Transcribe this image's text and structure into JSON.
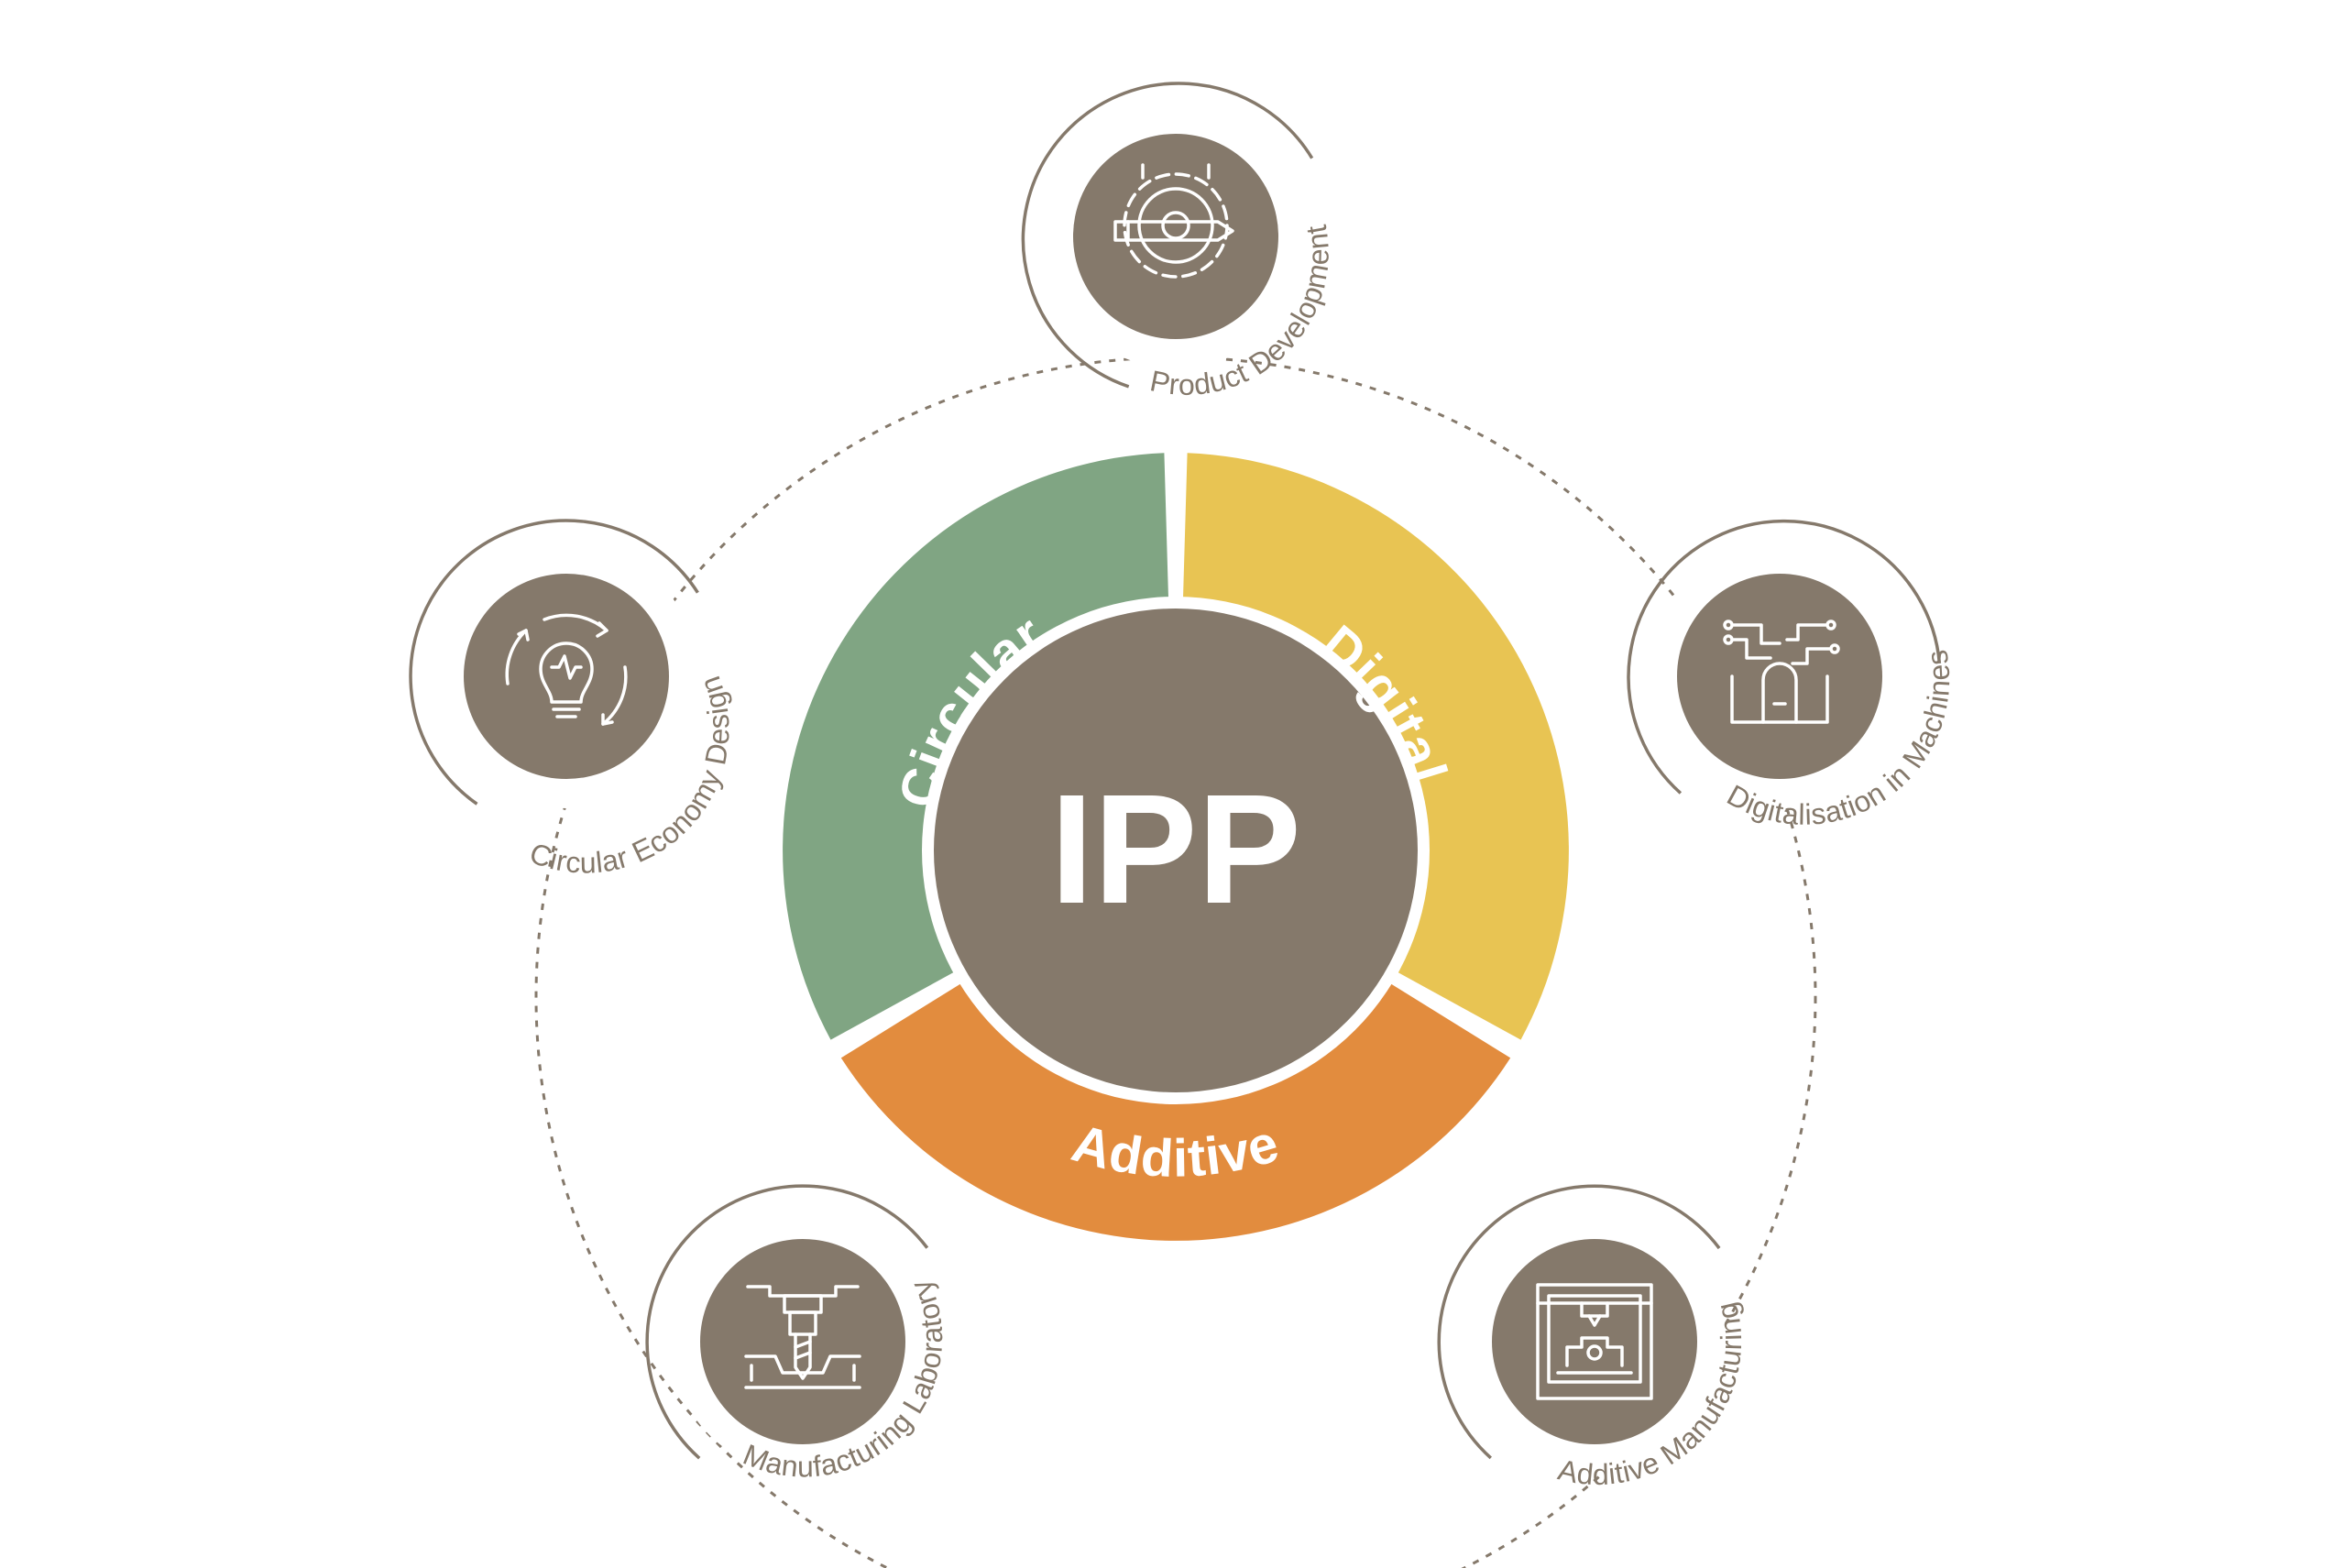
{
  "center": {
    "label": "IPP"
  },
  "segments": [
    {
      "id": "circular",
      "label": "Circular",
      "color": "#80a583"
    },
    {
      "id": "digital",
      "label": "Digital",
      "color": "#e8c453"
    },
    {
      "id": "additive",
      "label": "Additive",
      "color": "#e28c3e"
    }
  ],
  "nodes": [
    {
      "id": "product-development",
      "label": "Product Development",
      "icon": "gear-pencil-icon"
    },
    {
      "id": "digitalisation-in-machines",
      "label": "Digitalisation in Machines",
      "icon": "circuit-touch-icon"
    },
    {
      "id": "additive-manufacturing",
      "label": "Additive Manufacturing",
      "icon": "3d-printer-icon"
    },
    {
      "id": "manufacturing-laboratory",
      "label": "Manufacturing Laboratory",
      "icon": "milling-machine-icon"
    },
    {
      "id": "circular-economy-design",
      "label": "Circular Economy Design",
      "icon": "recycle-lightbulb-icon"
    }
  ],
  "colors": {
    "node_fill": "#85796b",
    "center_fill": "#85796b",
    "outline": "#85796b",
    "background": "#ffffff"
  }
}
